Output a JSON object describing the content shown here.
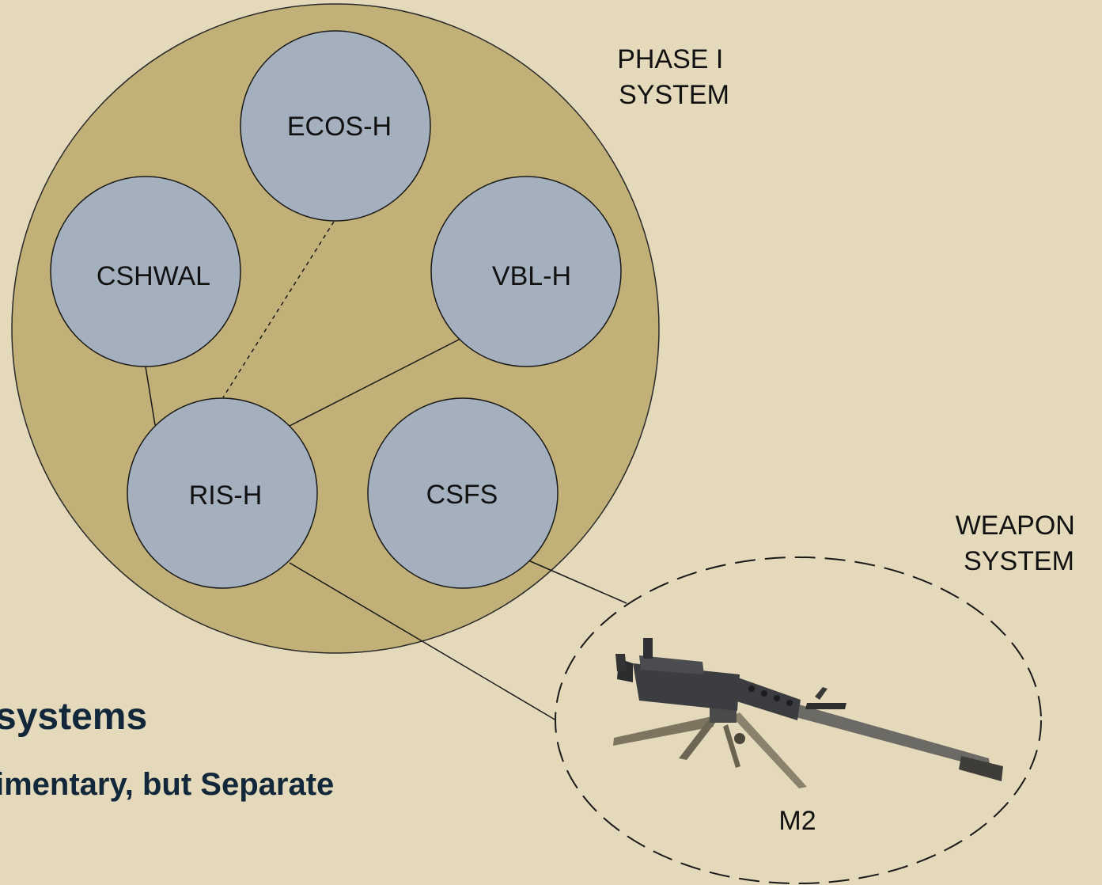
{
  "diagram": {
    "phase_label_line1": "PHASE I",
    "phase_label_line2": "SYSTEM",
    "weapon_label_line1": "WEAPON",
    "weapon_label_line2": "SYSTEM",
    "nodes": {
      "ecos": "ECOS-H",
      "cshwal": "CSHWAL",
      "vbl": "VBL-H",
      "ris": "RIS-H",
      "csfs": "CSFS"
    },
    "weapon_name": "M2",
    "weapon_icon": "machine-gun-icon"
  },
  "captions": {
    "line1": "systems",
    "line2": "imentary, but Separate"
  },
  "colors": {
    "background": "#e4d9bb",
    "phase_circle": "#c1b077",
    "node_fill": "#a4b0bd",
    "caption_text": "#12283a"
  }
}
